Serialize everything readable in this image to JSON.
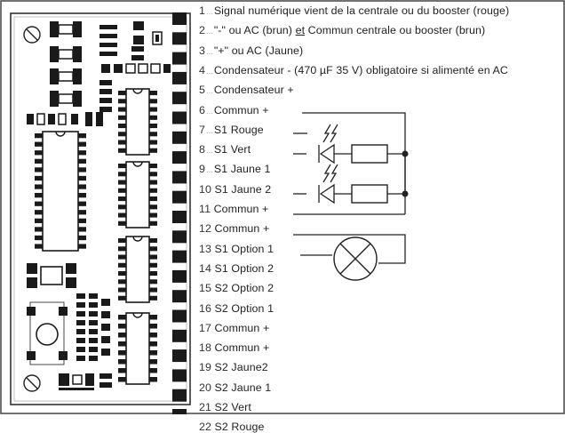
{
  "pins": [
    {
      "num": "1",
      "dotted": true,
      "text": "Signal numérique vient de la centrale ou du booster (rouge)"
    },
    {
      "num": "2",
      "dotted": true,
      "pre": "\"-\" ou AC (brun) ",
      "underlined": "et",
      "post": " Commun centrale ou booster (brun)"
    },
    {
      "num": "3",
      "dotted": true,
      "text": "\"+\" ou AC (Jaune)"
    },
    {
      "num": "4",
      "dotted": true,
      "text": "Condensateur - (470 µF 35 V) obligatoire si alimenté en AC"
    },
    {
      "num": "5",
      "dotted": true,
      "text": "Condensateur +"
    },
    {
      "num": "6",
      "dotted": true,
      "text": "Commun +"
    },
    {
      "num": "7",
      "dotted": true,
      "text": "S1 Rouge"
    },
    {
      "num": "8",
      "dotted": true,
      "text": "S1 Vert"
    },
    {
      "num": "9",
      "dotted": true,
      "text": "S1 Jaune 1"
    },
    {
      "num": "10",
      "dotted": false,
      "text": "S1 Jaune 2"
    },
    {
      "num": "11",
      "dotted": false,
      "text": "Commun +"
    },
    {
      "num": "12",
      "dotted": false,
      "text": "Commun +"
    },
    {
      "num": "13",
      "dotted": false,
      "text": "S1 Option 1"
    },
    {
      "num": "14",
      "dotted": false,
      "text": "S1 Option 2"
    },
    {
      "num": "15",
      "dotted": false,
      "text": "S2 Option 2"
    },
    {
      "num": "16",
      "dotted": false,
      "text": "S2 Option 1"
    },
    {
      "num": "17",
      "dotted": false,
      "text": "Commun +"
    },
    {
      "num": "18",
      "dotted": false,
      "text": "Commun +"
    },
    {
      "num": "19",
      "dotted": false,
      "text": "S2 Jaune2"
    },
    {
      "num": "20",
      "dotted": false,
      "text": "S2 Jaune 1"
    },
    {
      "num": "21",
      "dotted": false,
      "text": "S2 Vert"
    },
    {
      "num": "22",
      "dotted": false,
      "text": "S2 Rouge"
    }
  ],
  "colors": {
    "component": "#1a1a1a",
    "board_outline": "#333333",
    "line": "#222222"
  },
  "icons": [
    "mounting-hole-icon",
    "led-icon",
    "resistor-icon",
    "lamp-icon",
    "junction-dot-icon"
  ]
}
